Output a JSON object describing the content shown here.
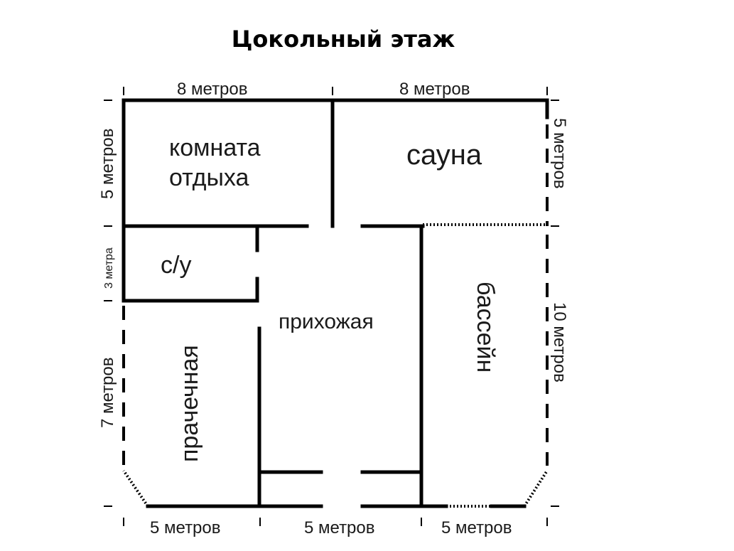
{
  "title": "Цокольный этаж",
  "rooms": {
    "rest_room_line1": "комната",
    "rest_room_line2": "отдыха",
    "sauna": "сауна",
    "wc": "с/у",
    "hallway": "прихожая",
    "laundry": "прачечная",
    "pool": "бассейн"
  },
  "dimensions": {
    "top_left": "8 метров",
    "top_right": "8 метров",
    "left_upper": "5 метров",
    "left_middle": "3 метра",
    "left_lower": "7 метров",
    "right_upper": "5 метров",
    "right_lower": "10 метров",
    "bottom_left": "5 метров",
    "bottom_center": "5 метров",
    "bottom_right": "5 метров"
  }
}
